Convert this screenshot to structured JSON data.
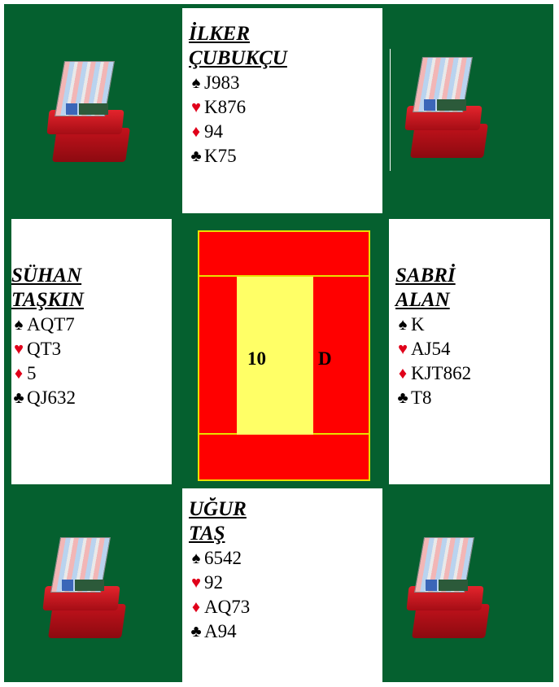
{
  "board": {
    "number": "10",
    "dealer": "D"
  },
  "players": {
    "north": {
      "name_line1": "İLKER",
      "name_line2": "ÇUBUKÇU",
      "spades": "J983",
      "hearts": "K876",
      "diamonds": "94",
      "clubs": "K75"
    },
    "west": {
      "name_line1": "SÜHAN",
      "name_line2": "TAŞKIN",
      "spades": "AQT7",
      "hearts": "QT3",
      "diamonds": "5",
      "clubs": "QJ632"
    },
    "east": {
      "name_line1": "SABRİ",
      "name_line2": "ALAN",
      "spades": "K",
      "hearts": "AJ54",
      "diamonds": "KJT862",
      "clubs": "T8"
    },
    "south": {
      "name_line1": "UĞUR",
      "name_line2": "TAŞ",
      "spades": "6542",
      "hearts": "92",
      "diamonds": "AQ73",
      "clubs": "A94"
    }
  },
  "suit_symbols": {
    "spade": "♠",
    "heart": "♥",
    "diamond": "♦",
    "club": "♣"
  },
  "colors": {
    "table_green": "#05602f",
    "board_red": "#ff0000",
    "board_yellow": "#ffff66",
    "red_suit": "#e0001a"
  }
}
